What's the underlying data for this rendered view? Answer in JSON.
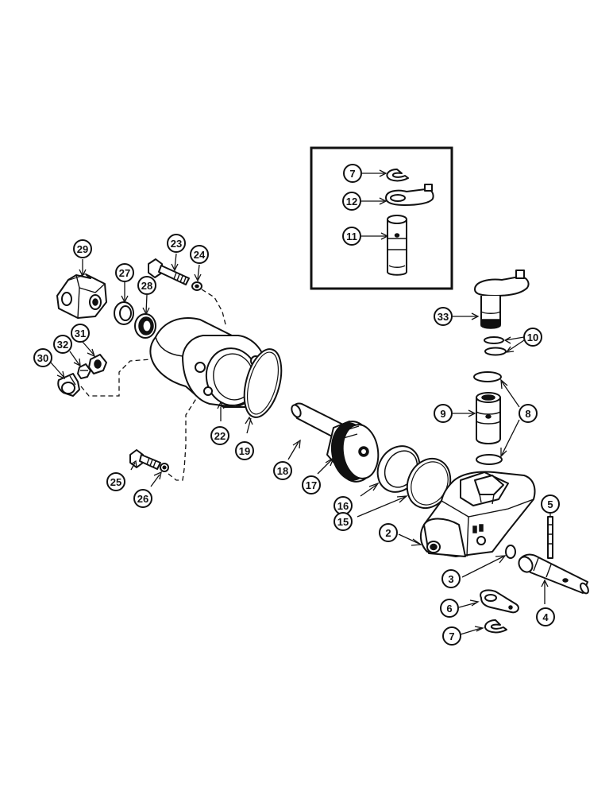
{
  "callouts": [
    {
      "key": "c7a",
      "label": "7"
    },
    {
      "key": "c12",
      "label": "12"
    },
    {
      "key": "c11",
      "label": "11"
    },
    {
      "key": "c29",
      "label": "29"
    },
    {
      "key": "c23",
      "label": "23"
    },
    {
      "key": "c24",
      "label": "24"
    },
    {
      "key": "c27",
      "label": "27"
    },
    {
      "key": "c28",
      "label": "28"
    },
    {
      "key": "c33",
      "label": "33"
    },
    {
      "key": "c10",
      "label": "10"
    },
    {
      "key": "c31",
      "label": "31"
    },
    {
      "key": "c32",
      "label": "32"
    },
    {
      "key": "c30",
      "label": "30"
    },
    {
      "key": "c9",
      "label": "9"
    },
    {
      "key": "c8",
      "label": "8"
    },
    {
      "key": "c22",
      "label": "22"
    },
    {
      "key": "c19",
      "label": "19"
    },
    {
      "key": "c18",
      "label": "18"
    },
    {
      "key": "c17",
      "label": "17"
    },
    {
      "key": "c25",
      "label": "25"
    },
    {
      "key": "c26",
      "label": "26"
    },
    {
      "key": "c16",
      "label": "16"
    },
    {
      "key": "c15",
      "label": "15"
    },
    {
      "key": "c5",
      "label": "5"
    },
    {
      "key": "c2",
      "label": "2"
    },
    {
      "key": "c3",
      "label": "3"
    },
    {
      "key": "c6",
      "label": "6"
    },
    {
      "key": "c4",
      "label": "4"
    },
    {
      "key": "c7b",
      "label": "7"
    }
  ]
}
